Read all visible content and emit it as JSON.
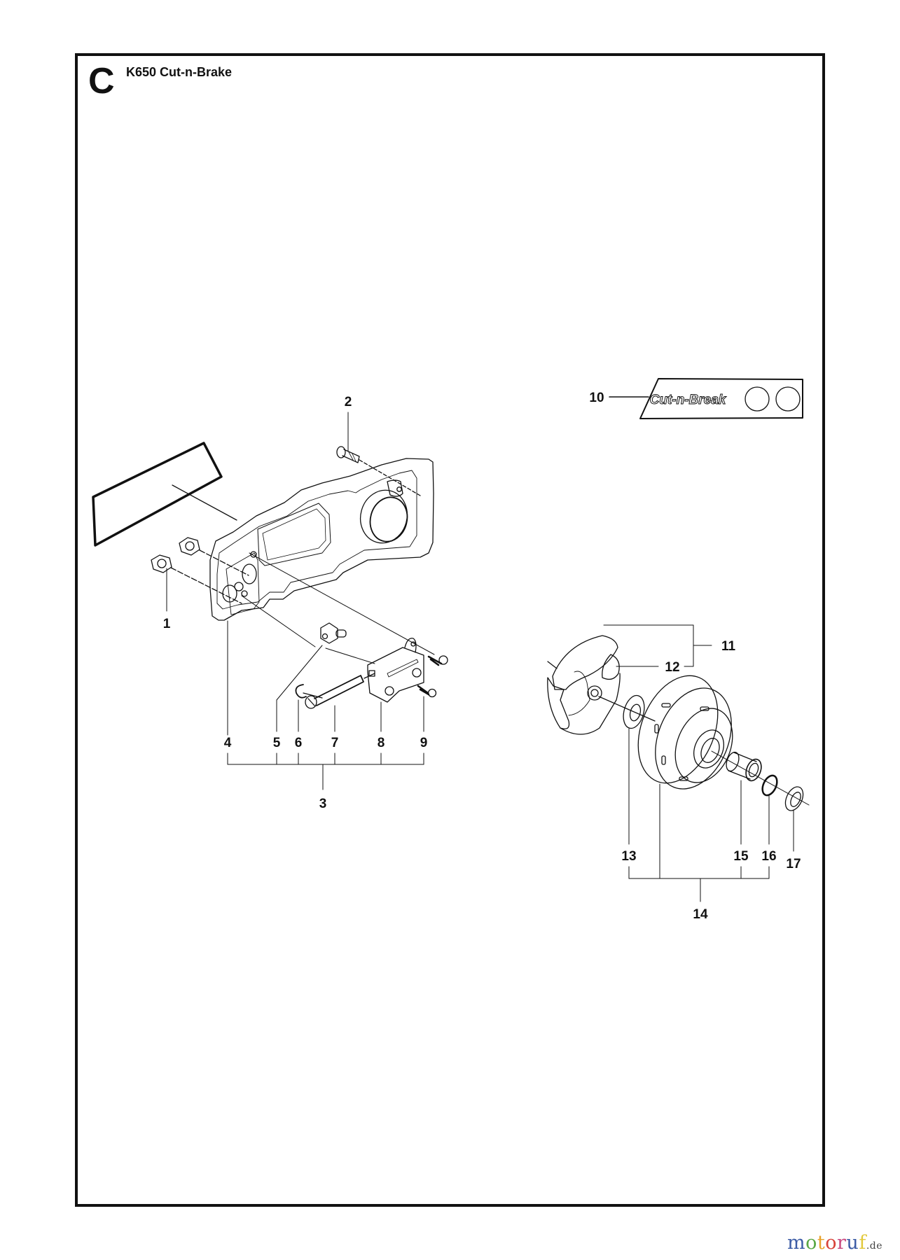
{
  "header": {
    "section_letter": "C",
    "title": "K650 Cut-n-Brake"
  },
  "decal": {
    "text": "Cut-n-Break"
  },
  "callouts": {
    "1": "1",
    "2": "2",
    "3": "3",
    "4": "4",
    "5": "5",
    "6": "6",
    "7": "7",
    "8": "8",
    "9": "9",
    "10": "10",
    "11": "11",
    "12": "12",
    "13": "13",
    "14": "14",
    "15": "15",
    "16": "16",
    "17": "17"
  },
  "groups": {
    "chain_tensioner_kit": {
      "callout": "3",
      "members": [
        "4",
        "5",
        "6",
        "7",
        "8",
        "9"
      ]
    },
    "clutch_assembly": {
      "callout": "11",
      "members": [
        "12"
      ]
    },
    "clutch_drum_kit": {
      "callout": "14",
      "members": [
        "13",
        "15",
        "16"
      ]
    }
  },
  "colors": {
    "line": "#111111",
    "background": "#ffffff"
  },
  "watermark": {
    "letters": [
      "m",
      "o",
      "t",
      "o",
      "r",
      "u",
      "f"
    ],
    "tld": ".de"
  }
}
